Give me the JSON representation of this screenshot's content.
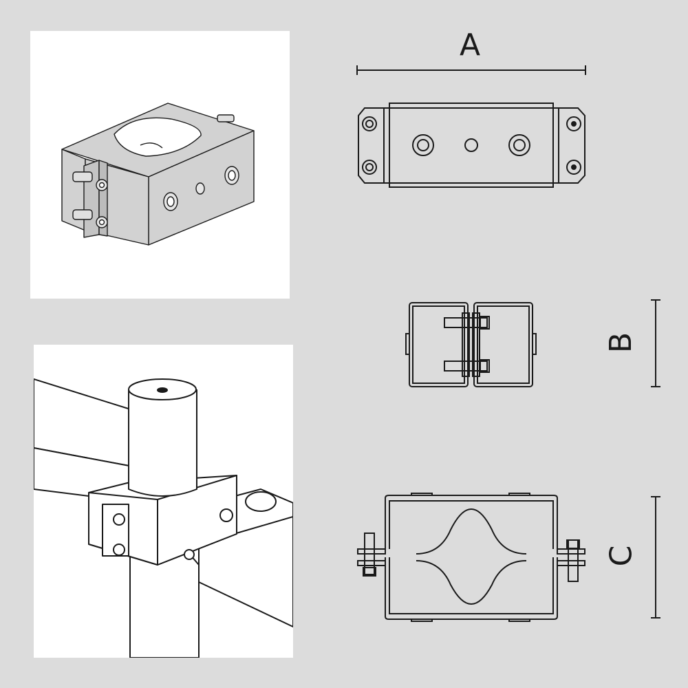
{
  "dimensions": {
    "a": "A",
    "b": "B",
    "c": "C"
  },
  "colors": {
    "background": "#dcdcdc",
    "panel": "#ffffff",
    "line": "#1a1a1a",
    "metal": "#d2d2d2"
  },
  "icons": {
    "isometric": "pipe-clamp-isometric-illustration",
    "installation": "pipe-clamp-installed-illustration"
  }
}
